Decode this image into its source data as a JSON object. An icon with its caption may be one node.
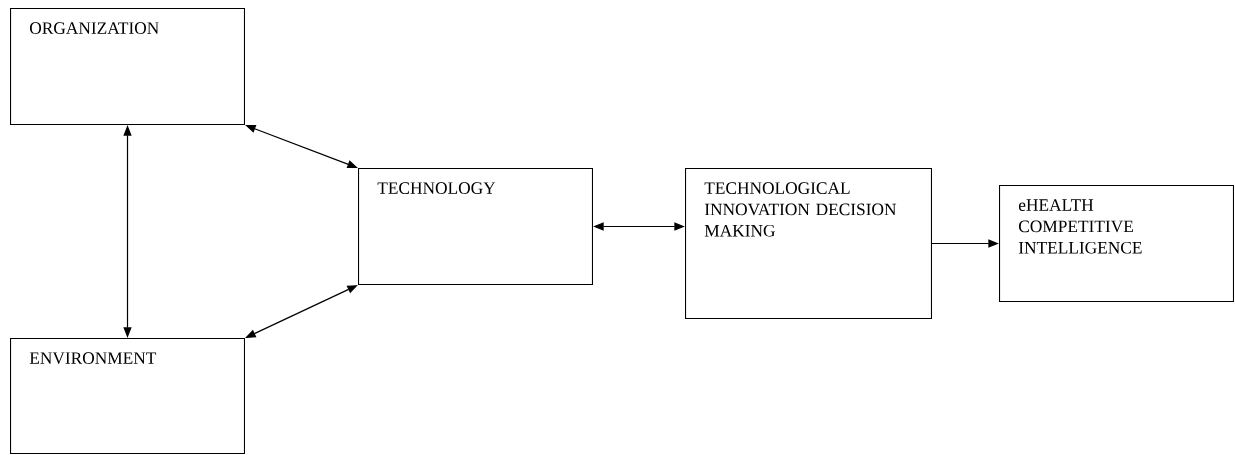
{
  "diagram": {
    "nodes": [
      {
        "text": [
          "ORGANIZATION"
        ]
      },
      {
        "text": [
          "ENVIRONMENT"
        ]
      },
      {
        "text": [
          "TECHNOLOGY"
        ]
      },
      {
        "text": [
          "TECHNOLOGICAL INNOVATION DECISION MAKING"
        ]
      },
      {
        "text": [
          "eHEALTH COMPETITIVE INTELLIGENCE"
        ]
      }
    ],
    "edges": [
      {
        "from": 0,
        "to": 2,
        "arrow": "both"
      },
      {
        "from": 0,
        "to": 1,
        "arrow": "both"
      },
      {
        "from": 1,
        "to": 2,
        "arrow": "both"
      },
      {
        "from": 2,
        "to": 3,
        "arrow": "both"
      },
      {
        "from": 3,
        "to": 4,
        "arrow": "to"
      }
    ]
  }
}
